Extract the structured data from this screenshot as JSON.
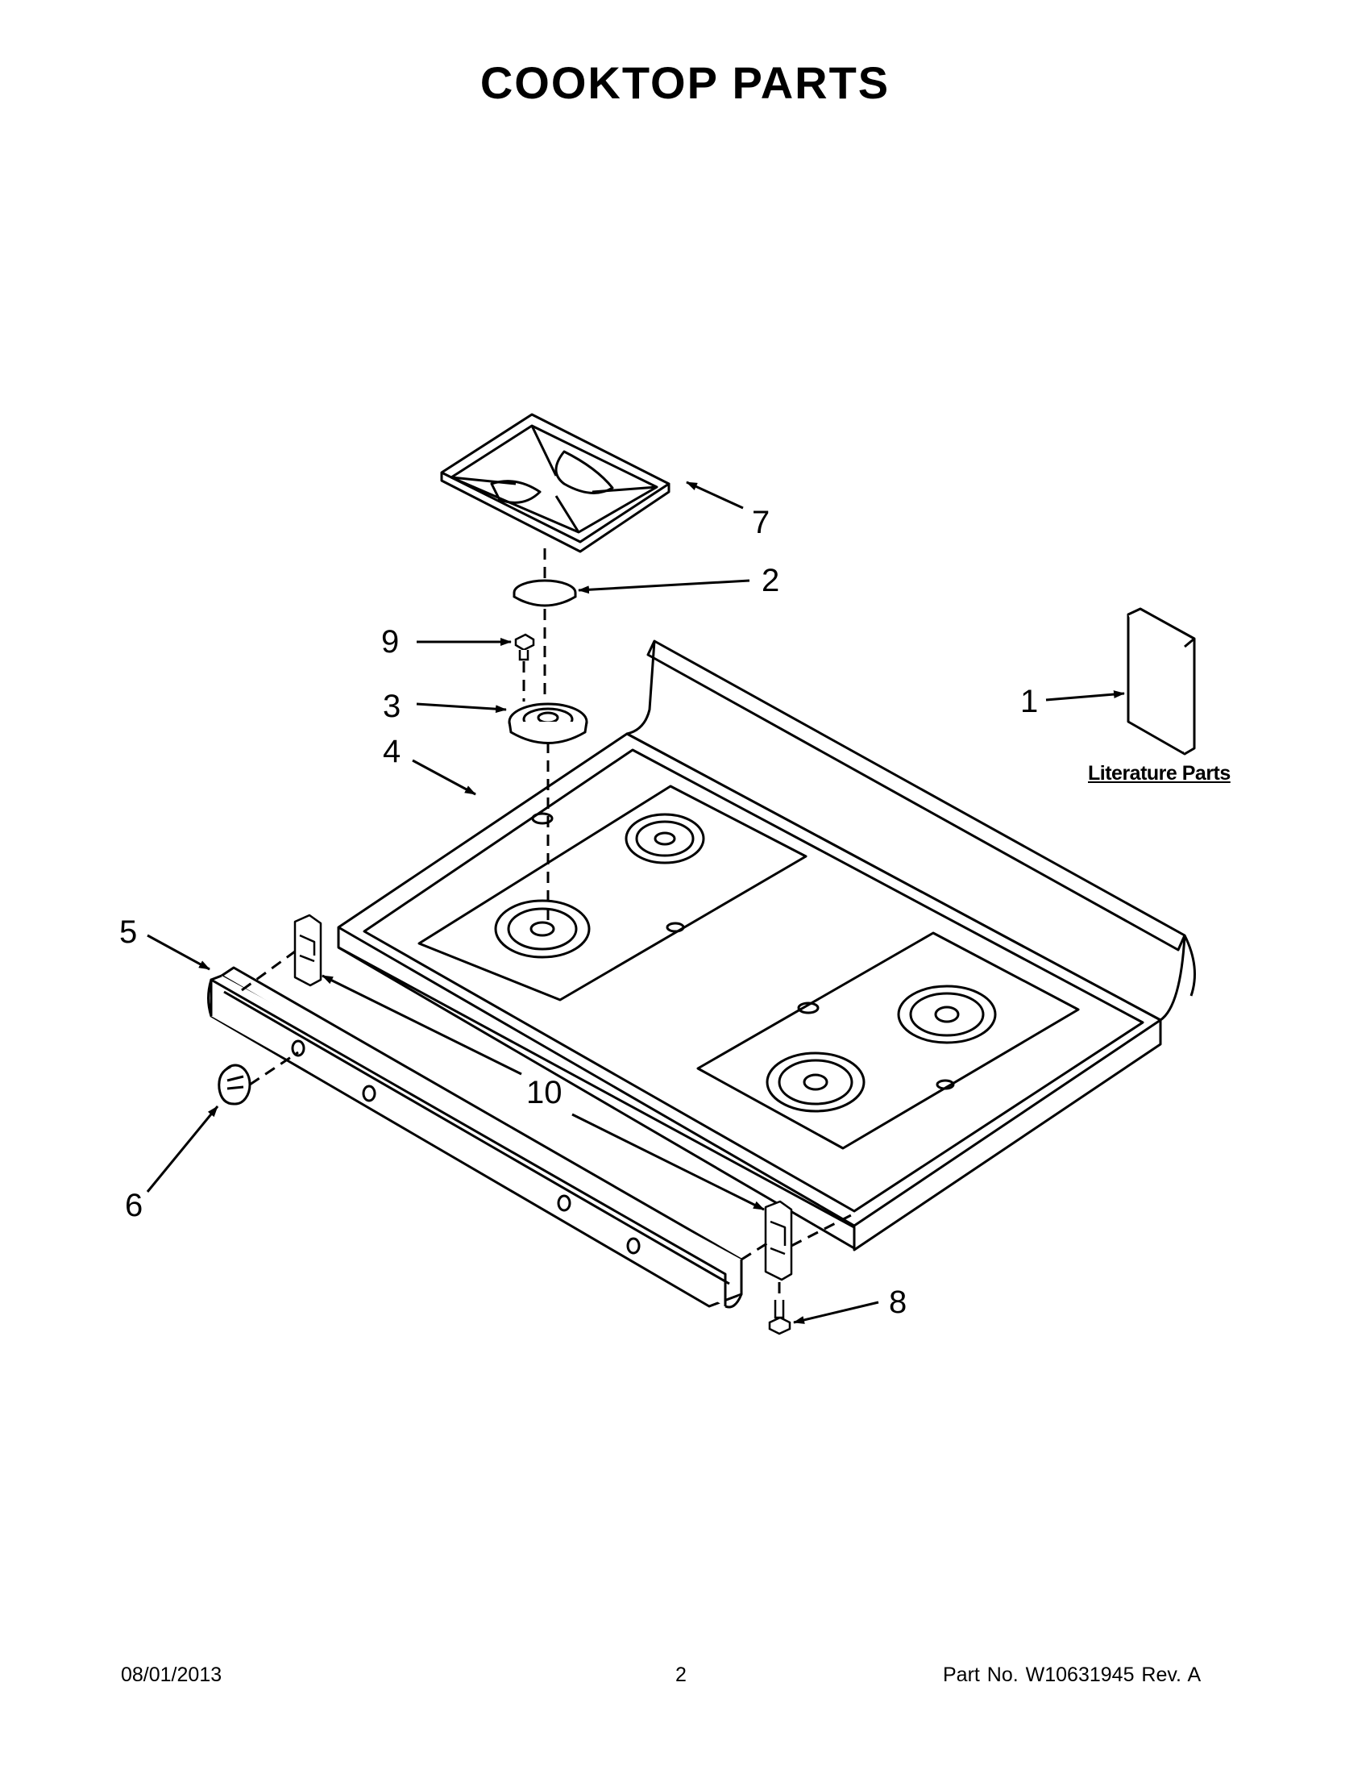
{
  "title": "COOKTOP PARTS",
  "literature_label": "Literature Parts",
  "callouts": {
    "c1": "1",
    "c2": "2",
    "c3": "3",
    "c4": "4",
    "c5": "5",
    "c6": "6",
    "c7": "7",
    "c8": "8",
    "c9": "9",
    "c10": "10"
  },
  "footer": {
    "date": "08/01/2013",
    "page": "2",
    "part": "Part No.  W10631945  Rev.  A"
  }
}
